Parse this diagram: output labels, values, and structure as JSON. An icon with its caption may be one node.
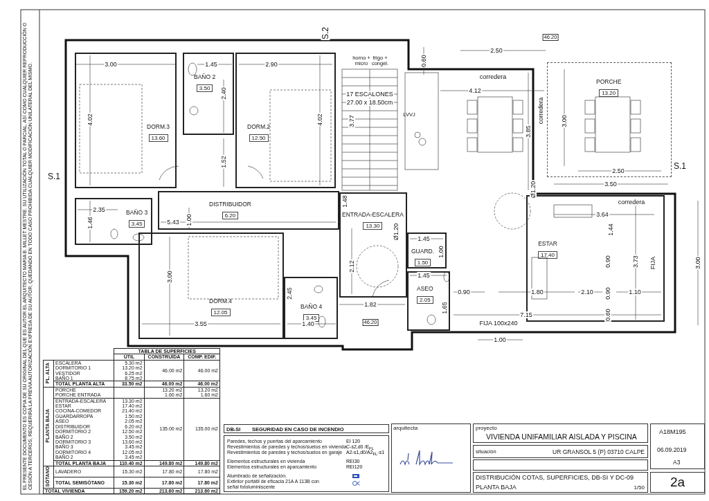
{
  "diagram": {
    "nodes": [
      {
        "text": [
          "DORM.3",
          "13.60"
        ]
      },
      {
        "text": [
          "BAÑO 2",
          "3.50"
        ]
      },
      {
        "text": [
          "DORM.2",
          "12.50"
        ]
      },
      {
        "text": [
          "PORCHE",
          "13.20"
        ]
      },
      {
        "text": [
          "DISTRIBUIDOR",
          "6.20"
        ]
      },
      {
        "text": [
          "BAÑO 3",
          "3.45"
        ]
      },
      {
        "text": [
          "ENTRADA-ESCALERA",
          "13.30"
        ]
      },
      {
        "text": [
          "DORM.4",
          "12.05"
        ]
      },
      {
        "text": [
          "BAÑO 4",
          "3.45"
        ]
      },
      {
        "text": [
          "GUARD.",
          "1.50"
        ]
      },
      {
        "text": [
          "ASEO",
          "2.05"
        ]
      },
      {
        "text": [
          "ESTAR",
          "17.40"
        ]
      }
    ],
    "labels": [
      "S.2",
      "46.20",
      "3.00",
      "1.45",
      "2.90",
      "0.60",
      "2.50",
      "horno + micro",
      "frigo + congel.",
      "corredera",
      "4.12",
      "17 ESCALONES",
      "27.00 x 18.50cm",
      "2.40",
      "4.02",
      "4.02",
      "3.77",
      "LVVJ",
      "corredera",
      "3.85",
      "3.00",
      "1.52",
      "S.1",
      "S.1",
      "2.50",
      "3.50",
      "Ø1.20",
      "corredera",
      "2.35",
      "1.00",
      "1.48",
      "1.46",
      "5.43",
      "Ø1.20",
      "3.64",
      "1.44",
      "1.45",
      "1.00",
      "2.12",
      "0.90",
      "3.73",
      "FIJA",
      "3.00",
      "3.00",
      "1.45",
      "2.45",
      "0.90",
      "1.80",
      "2.10",
      "0.90",
      "1.10",
      "1.82",
      "1.65",
      "7.15",
      "0.60",
      "3.55",
      "1.40",
      "46.20",
      "FIJA 100x240",
      "1.00",
      "TABLA DE SUPERFICIES",
      "ÚTIL",
      "CONSTRUÍDA",
      "COMP. EDIF.",
      "PL. ALTA",
      "ESCALERA",
      "DORMITORIO 1",
      "VESTIDOR",
      "BAÑO 1",
      "5.30 m2",
      "13.20 m2",
      "6.25 m2",
      "8.75 m2",
      "46.00 m2",
      "46.00 m2",
      "TOTAL PLANTA ALTA",
      "33.50 m2",
      "46.00 m2",
      "46.00 m2",
      "PLANTA BAJA",
      "PORCHE",
      "PORCHE ENTRADA",
      "13.20 m2",
      "1.60 m2",
      "13.20 m2",
      "1.60 m2",
      "ENTRADA-ESCALERA",
      "ESTAR",
      "COCINA-COMEDOR",
      "GUARDARROPA",
      "ASEO",
      "DISTRIBUIDOR",
      "DORMITORIO 2",
      "BAÑO 2",
      "DORMITORIO 3",
      "BAÑO 3",
      "DORMITORIO 4",
      "BAÑO 2",
      "13.30 m2",
      "17.40 m2",
      "21.40 m2",
      "1.50 m2",
      "2.05 m2",
      "6.20 m2",
      "12.50 m2",
      "3.50 m2",
      "13.60 m2",
      "3.45 m2",
      "12.05 m2",
      "3.45 m2",
      "135.00 m2",
      "135.00 m2",
      "TOTAL PLANTA BAJA",
      "110.40 m2",
      "149.80 m2",
      "149.80 m2",
      "SÓTANO",
      "LAVADERO",
      "15.30 m2",
      "17.80 m2",
      "17.80 m2",
      "TOTAL SEMISÓTANO",
      "15.30 m2",
      "17.80 m2",
      "17.80 m2",
      "TOTAL VIVIENDA",
      "159.20 m2",
      "213.60 m2",
      "213.60 m2",
      "DB-SI",
      "SEGURIDAD EN CASO DE INCENDIO",
      "Paredes, techos y puertas del aparcamiento",
      "EI 120",
      "Revestimientos de paredes y techos/suelos en vivienda",
      "C-s2,d0 /E$_{FL}$",
      "Revestimientos de paredes y techos/suelos en garaje",
      "A2-s1,d0/A2$_{FL}$-s1",
      "Elementos estructurales en vivienda",
      "REI30",
      "Elementos estructurales en aparcamiento",
      "REI120",
      "Alumbrado de señalización.",
      "Extintor portátil de eficacia 21A A 113B con señal fotoluminiscente",
      "arquitecta",
      "proyecto",
      "VIVIENDA UNIFAMILIAR AISLADA Y PISCINA",
      "A18M195",
      "situación",
      "UR GRANSOL 5 (P) 03710 CALPE",
      "06.09.2019",
      "A3",
      "DISTRIBUCIÓN COTAS, SUPERFICIES, DB-SI Y DC-09",
      "PLANTA BAJA",
      "1/50",
      "2a",
      "EL PRESENTE DOCUMENTO ES COPIA DE SU ORIGINAL DEL QUE ES AUTOR EL ARQUITECTO MARIA B. MILLET MESTRE. SU UTILIZACIÓN TOTAL O PARCIAL, ASÍ COMO CUALQUIER REPRODUCCIÓN O CESIÓN A TERCEROS, REQUERIRÁ LA PREVIA AUTORIZACIÓN EXPRESA DE SU AUTOR, QUEDANDO EN TODO CASO PROHIBIDA CUALQUIER MODIFICACIÓN UNILATERAL DEL MISMO."
    ]
  }
}
